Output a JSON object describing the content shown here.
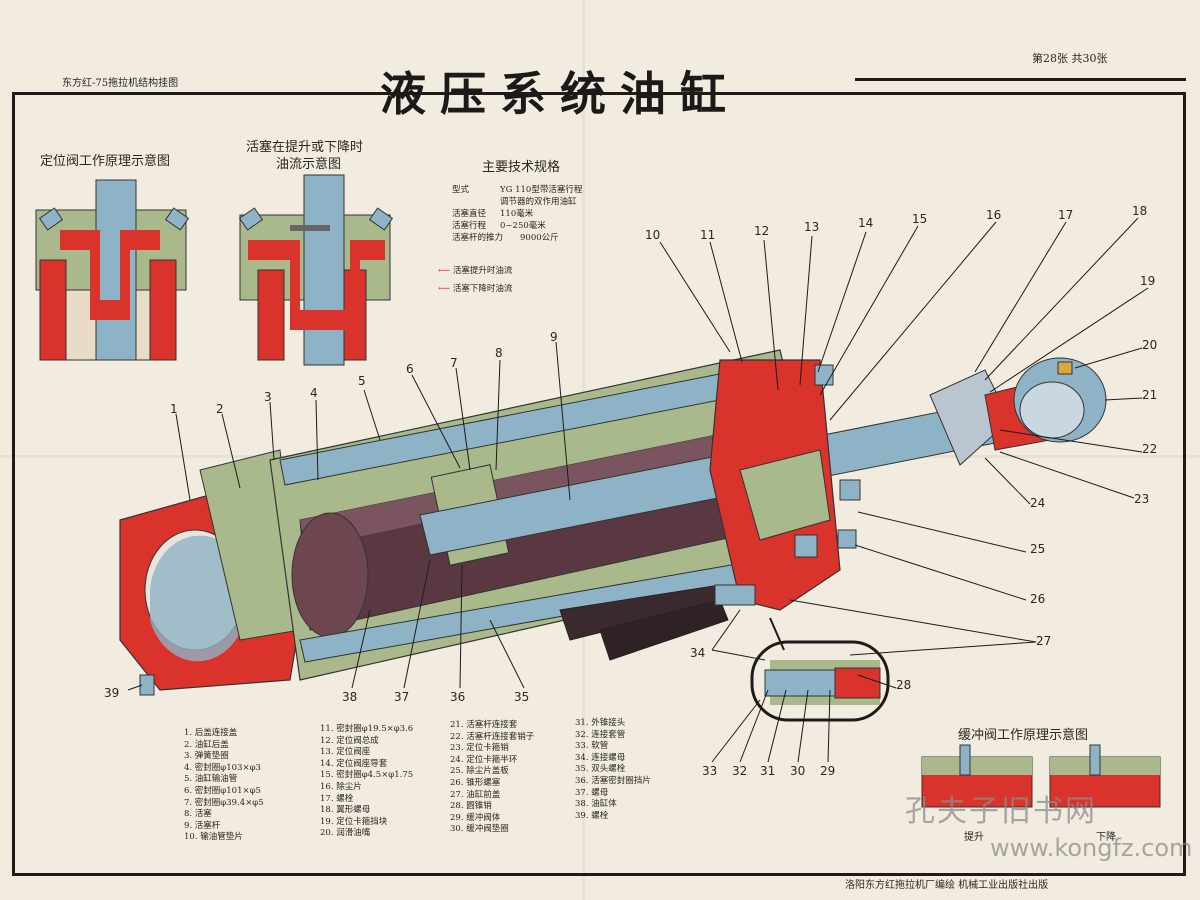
{
  "title": "液压系统油缸",
  "series": "东方红-75拖拉机结构挂图",
  "sheet": "第28张  共30张",
  "captions": {
    "positioning_valve": "定位阀工作原理示意图",
    "oil_flow_line1": "活塞在提升或下降时",
    "oil_flow_line2": "油流示意图",
    "buffer_valve": "缓冲阀工作原理示意图",
    "lift": "提升",
    "lower": "下降"
  },
  "specs": {
    "heading": "主要技术规格",
    "rows": [
      {
        "k": "型式",
        "v": "YG 110型带活塞行程"
      },
      {
        "k": "",
        "v": "调节器的双作用油缸"
      },
      {
        "k": "活塞直径",
        "v": "110毫米"
      },
      {
        "k": "活塞行程",
        "v": "0~250毫米"
      },
      {
        "k": "活塞杆的推力",
        "v": "9000公斤"
      }
    ],
    "flow_up": "活塞提升时油流",
    "flow_down": "活塞下降时油流"
  },
  "callouts": [
    "1",
    "2",
    "3",
    "4",
    "5",
    "6",
    "7",
    "8",
    "9",
    "10",
    "11",
    "12",
    "13",
    "14",
    "15",
    "16",
    "17",
    "18",
    "19",
    "20",
    "21",
    "22",
    "23",
    "24",
    "25",
    "26",
    "27",
    "28",
    "29",
    "30",
    "31",
    "32",
    "33",
    "34",
    "35",
    "36",
    "37",
    "38",
    "39"
  ],
  "legend": {
    "col1": [
      "1. 后盖连接盖",
      "2. 油缸后盖",
      "3. 弹簧垫圈",
      "4. 密封圈φ103×φ3",
      "5. 油缸输油管",
      "6. 密封圈φ101×φ5",
      "7. 密封圈φ39.4×φ5",
      "8. 活塞",
      "9. 活塞杆",
      "10. 输油管垫片"
    ],
    "col2": [
      "11. 密封圈φ19.5×φ3.6",
      "12. 定位阀总成",
      "13. 定位阀座",
      "14. 定位阀座导套",
      "15. 密封圈φ4.5×φ1.75",
      "16. 除尘片",
      "17. 螺栓",
      "18. 翼形螺母",
      "19. 定位卡箍挡块",
      "20. 润滑油嘴"
    ],
    "col3": [
      "21. 活塞杆连接套",
      "22. 活塞杆连接套销子",
      "23. 定位卡箍销",
      "24. 定位卡箍半环",
      "25. 除尘片盖板",
      "26. 锥形螺塞",
      "27. 油缸前盖",
      "28. 圆锥销",
      "29. 缓冲阀体",
      "30. 缓冲阀垫圈"
    ],
    "col4": [
      "31. 外锥接头",
      "32. 连接套管",
      "33. 软管",
      "34. 连接螺母",
      "35. 双头螺栓",
      "36. 活塞密封圈挡片",
      "37. 螺母",
      "38. 油缸体",
      "39. 螺栓"
    ]
  },
  "footer": "洛阳东方红拖拉机厂编绘    机械工业出版社出版",
  "watermark": {
    "line1": "孔夫子旧书网",
    "line2": "www.kongfz.com"
  },
  "colors": {
    "red": "#d9332b",
    "green": "#a9b98c",
    "steel": "#8fb3c6",
    "dark": "#4a3038"
  }
}
